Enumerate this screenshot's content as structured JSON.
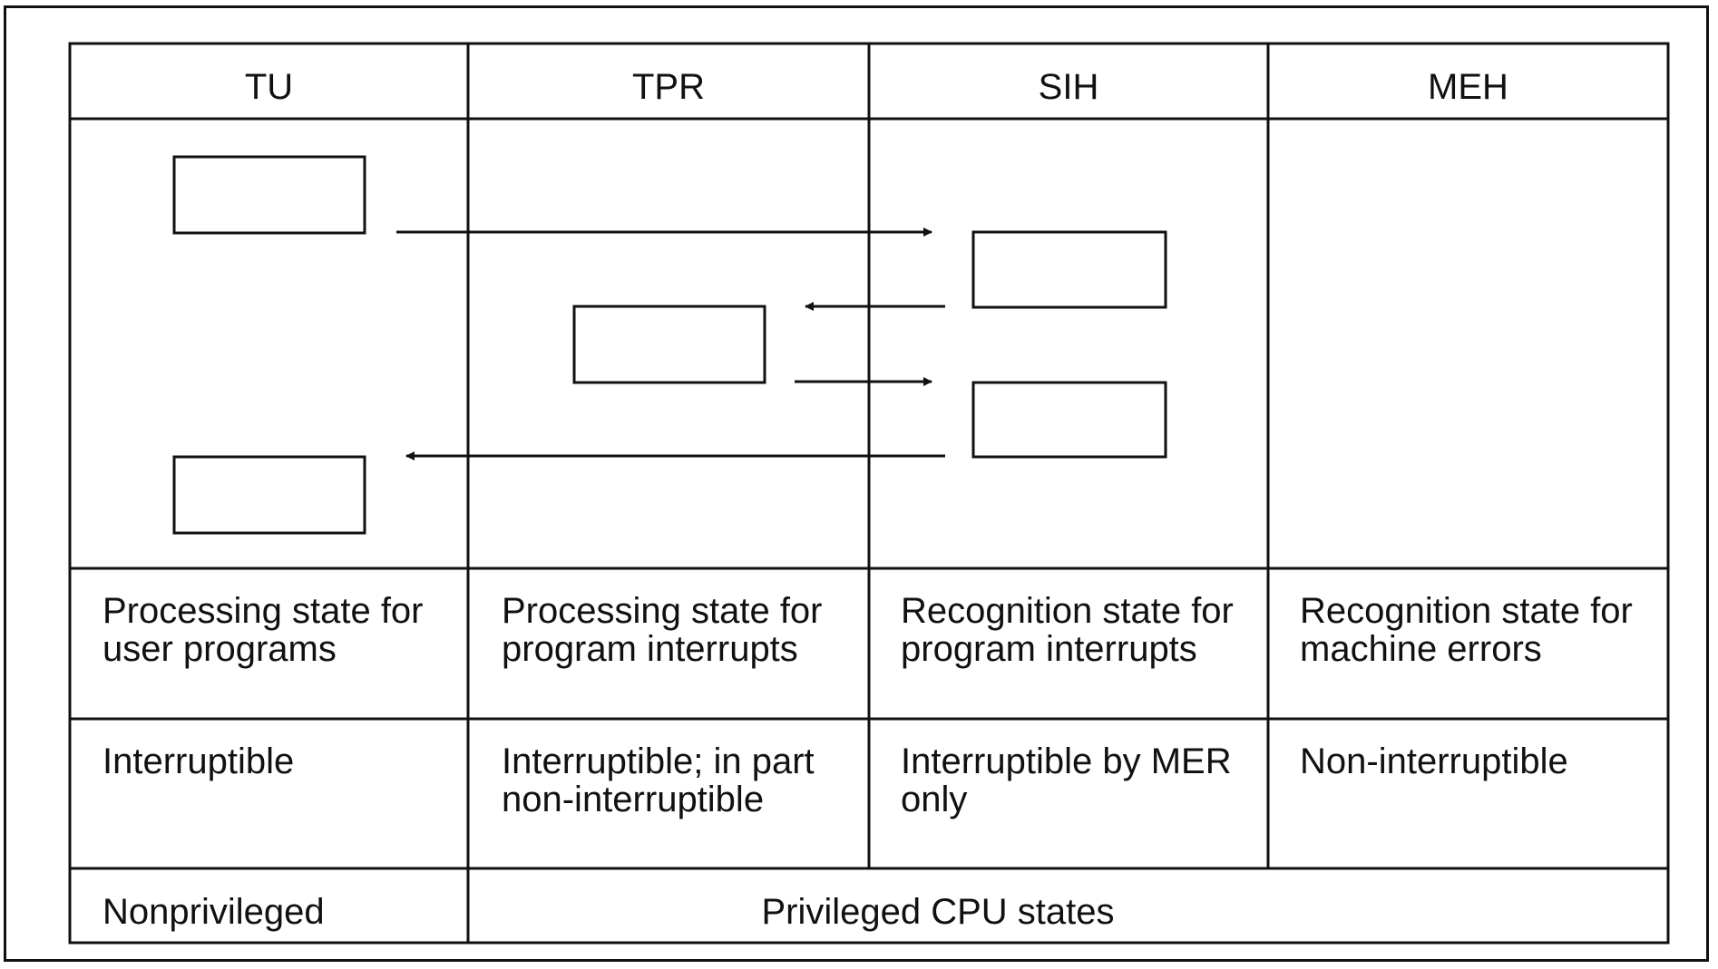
{
  "columns": [
    {
      "header": "TU",
      "description": "Processing state for\nuser programs",
      "interrupt": "Interruptible"
    },
    {
      "header": "TPR",
      "description": "Processing state for\nprogram interrupts",
      "interrupt": "Interruptible; in part\nnon-interruptible"
    },
    {
      "header": "SIH",
      "description": "Recognition state for\nprogram interrupts",
      "interrupt": "Interruptible by MER\n only"
    },
    {
      "header": "MEH",
      "description": "Recognition state for\nmachine errors",
      "interrupt": "Non-interruptible"
    }
  ],
  "privilege": {
    "nonprivileged": "Nonprivileged",
    "privileged": "Privileged CPU states"
  }
}
